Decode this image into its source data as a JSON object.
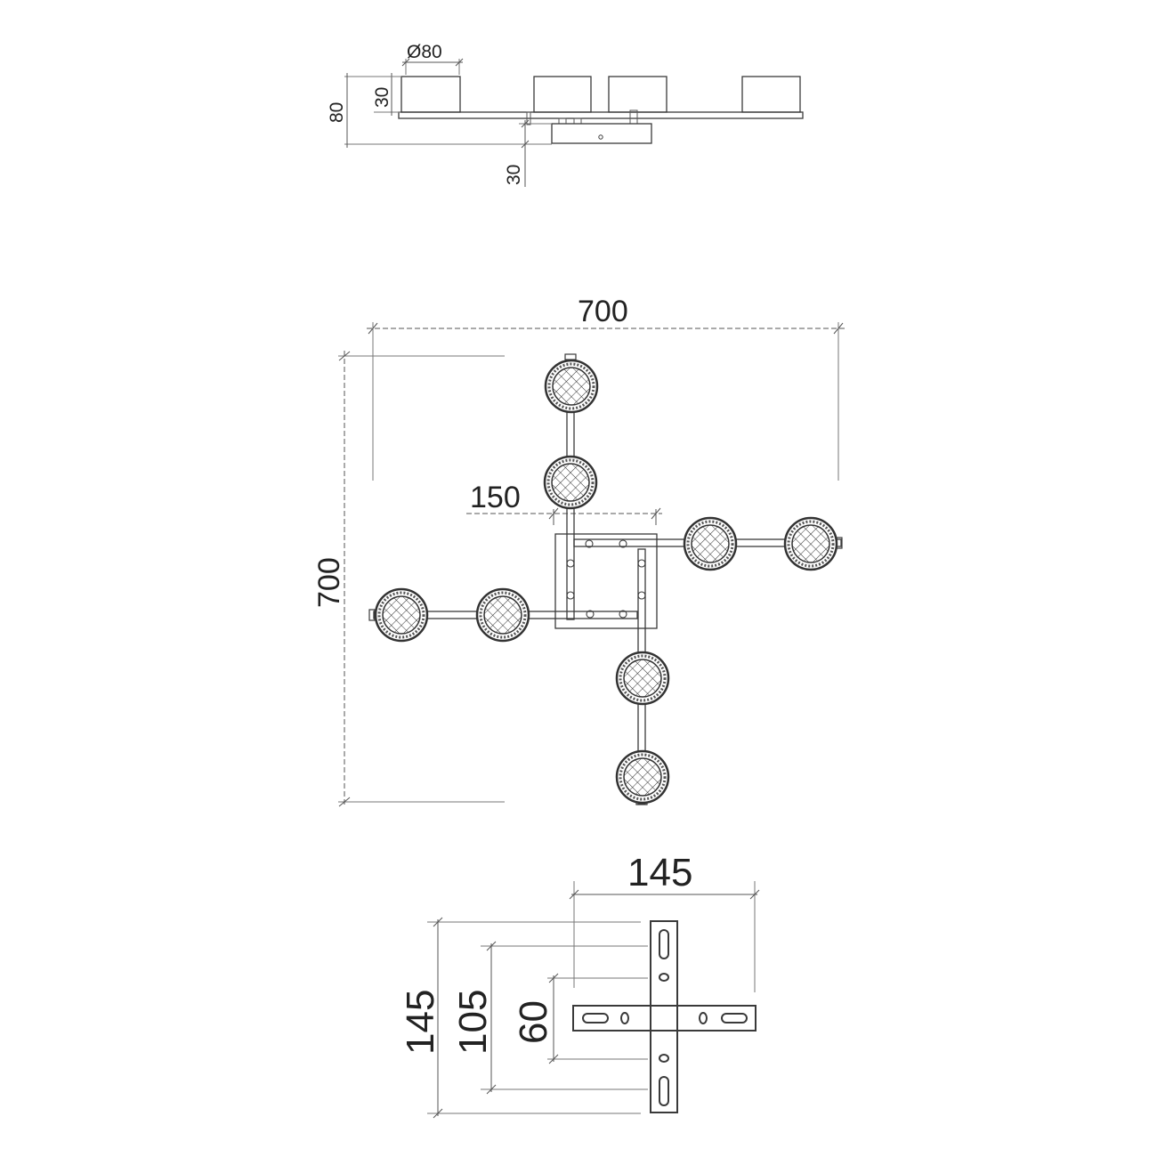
{
  "side_view": {
    "diameter_label": "Ø80",
    "shade_height_label": "30",
    "total_height_label": "80",
    "base_height_label": "30"
  },
  "top_view": {
    "width_label": "700",
    "height_label": "700",
    "offset_label": "150"
  },
  "bracket_view": {
    "width_label": "145",
    "height_label": "145",
    "mid_label": "105",
    "inner_label": "60"
  },
  "colors": {
    "line": "#3a3a3a",
    "dimension": "#555555",
    "background": "#ffffff"
  }
}
